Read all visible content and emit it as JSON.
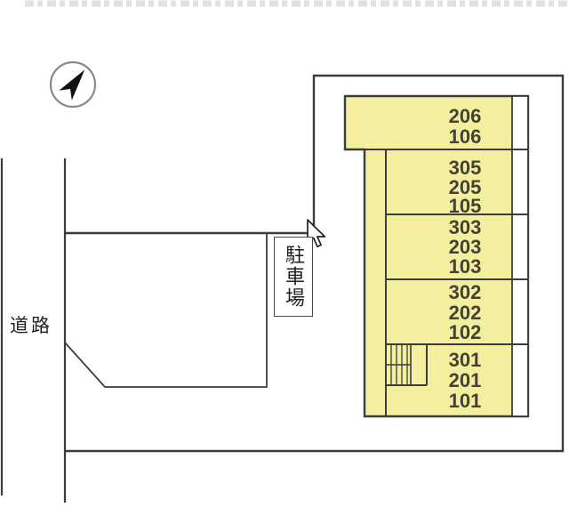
{
  "diagram": {
    "kind": "site-plan",
    "labels": {
      "road": "道路",
      "parking": "駐車場"
    },
    "building": {
      "blocks": [
        {
          "rooms": [
            "206",
            "106"
          ]
        },
        {
          "rooms": [
            "305",
            "205",
            "105"
          ]
        },
        {
          "rooms": [
            "303",
            "203",
            "103"
          ]
        },
        {
          "rooms": [
            "302",
            "202",
            "102"
          ]
        },
        {
          "rooms": [
            "301",
            "201",
            "101"
          ]
        }
      ]
    },
    "icons": {
      "compass": "north-arrow-icon",
      "cursor": "mouse-cursor-icon",
      "stairs": "stairs-icon"
    },
    "colors": {
      "room_fill": "#f4ef9e",
      "line": "#3c3c3c",
      "room_text": "#454233",
      "label_text": "#222222",
      "boundary_hatch": "#c9c9c9"
    }
  }
}
